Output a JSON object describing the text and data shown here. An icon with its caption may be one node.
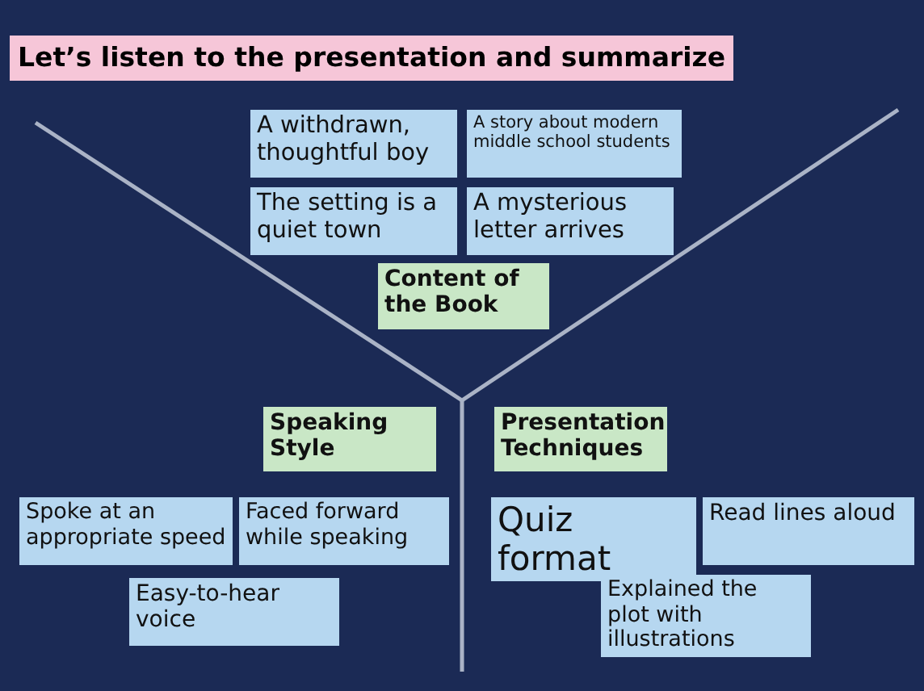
{
  "diagram": {
    "title": "Let’s listen to the presentation and summarize",
    "nodes": [
      {
        "text": [
          "A withdrawn, thoughtful boy"
        ]
      },
      {
        "text": [
          "A story about modern middle school students"
        ]
      },
      {
        "text": [
          "The setting is a quiet town"
        ]
      },
      {
        "text": [
          "A mysterious letter arrives"
        ]
      },
      {
        "text": [
          "Content of the Book"
        ]
      },
      {
        "text": [
          "Speaking Style"
        ]
      },
      {
        "text": [
          "Presentation Techniques"
        ]
      },
      {
        "text": [
          "Spoke at an appropriate speed"
        ]
      },
      {
        "text": [
          "Faced forward while speaking"
        ]
      },
      {
        "text": [
          "Quiz format"
        ]
      },
      {
        "text": [
          "Read lines aloud"
        ]
      },
      {
        "text": [
          "Easy-to-hear voice"
        ]
      },
      {
        "text": [
          "Explained the plot with illustrations"
        ]
      }
    ],
    "edges": []
  }
}
